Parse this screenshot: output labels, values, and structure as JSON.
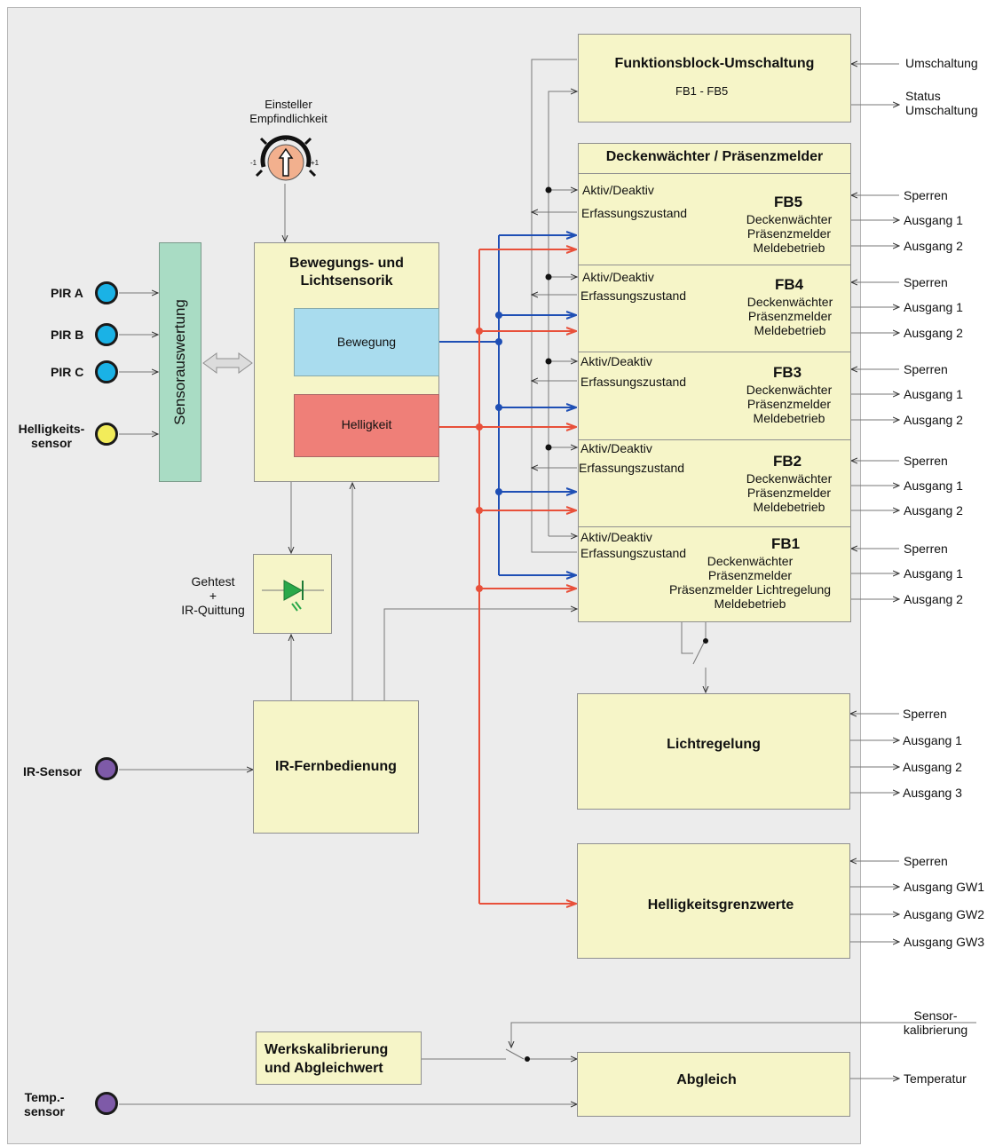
{
  "inputs": {
    "pir_a": "PIR A",
    "pir_b": "PIR B",
    "pir_c": "PIR C",
    "helligkeitssensor": [
      "Helligkeits-",
      "sensor"
    ],
    "ir_sensor": "IR-Sensor",
    "temp_sensor": [
      "Temp.-",
      "sensor"
    ]
  },
  "sensorauswertung": "Sensorauswertung",
  "einsteller": {
    "label": [
      "Einsteller",
      "Empfindlichkeit"
    ],
    "scale_min": "-1",
    "scale_mid": "0",
    "scale_max": "+1"
  },
  "bewegung_block": {
    "title": [
      "Bewegungs- und",
      "Lichtsensorik"
    ],
    "bewegung": "Bewegung",
    "helligkeit": "Helligkeit"
  },
  "gehtest": [
    "Gehtest",
    "+",
    "IR-Quittung"
  ],
  "ir_fernbedienung": "IR-Fernbedienung",
  "werkskalibrierung": [
    "Werkskalibrierung",
    "und Abgleichwert"
  ],
  "funktionsblock": {
    "title": "Funktionsblock-Umschaltung",
    "subtitle": "FB1 - FB5",
    "in": "Umschaltung",
    "out": [
      "Status",
      "Umschaltung"
    ]
  },
  "deckenwaechter": {
    "title": "Deckenwächter / Präsenzmelder",
    "aktiv": "Aktiv/Deaktiv",
    "erfassung": "Erfassungszustand",
    "sperren": "Sperren",
    "ausgang1": "Ausgang 1",
    "ausgang2": "Ausgang 2",
    "fb5": {
      "name": "FB5",
      "lines": [
        "Deckenwächter",
        "Präsenzmelder",
        "Meldebetrieb"
      ]
    },
    "fb4": {
      "name": "FB4",
      "lines": [
        "Deckenwächter",
        "Präsenzmelder",
        "Meldebetrieb"
      ]
    },
    "fb3": {
      "name": "FB3",
      "lines": [
        "Deckenwächter",
        "Präsenzmelder",
        "Meldebetrieb"
      ]
    },
    "fb2": {
      "name": "FB2",
      "lines": [
        "Deckenwächter",
        "Präsenzmelder",
        "Meldebetrieb"
      ]
    },
    "fb1": {
      "name": "FB1",
      "lines": [
        "Deckenwächter",
        "Präsenzmelder",
        "Präsenzmelder Lichtregelung",
        "Meldebetrieb"
      ]
    }
  },
  "lichtregelung": {
    "title": "Lichtregelung",
    "sperren": "Sperren",
    "out": [
      "Ausgang 1",
      "Ausgang 2",
      "Ausgang 3"
    ]
  },
  "helligkeitsgrenzwerte": {
    "title": "Helligkeitsgrenzwerte",
    "sperren": "Sperren",
    "out": [
      "Ausgang GW1",
      "Ausgang GW2",
      "Ausgang GW3"
    ]
  },
  "abgleich": {
    "title": "Abgleich",
    "in": [
      "Sensor-",
      "kalibrierung"
    ],
    "out": "Temperatur"
  },
  "colors": {
    "panel": "#ececec",
    "box": "#f6f5c8",
    "sensor_blue": "#1ab2e6",
    "sensor_yellow": "#f2ec5a",
    "sensor_purple": "#7e5aa8",
    "bewegung": "#a9dcee",
    "helligkeit": "#ef7f78",
    "sensorbar": "#a9dcc4",
    "wire_blue": "#1f4fb5",
    "wire_red": "#e8503a",
    "wire_gray": "#777777"
  }
}
